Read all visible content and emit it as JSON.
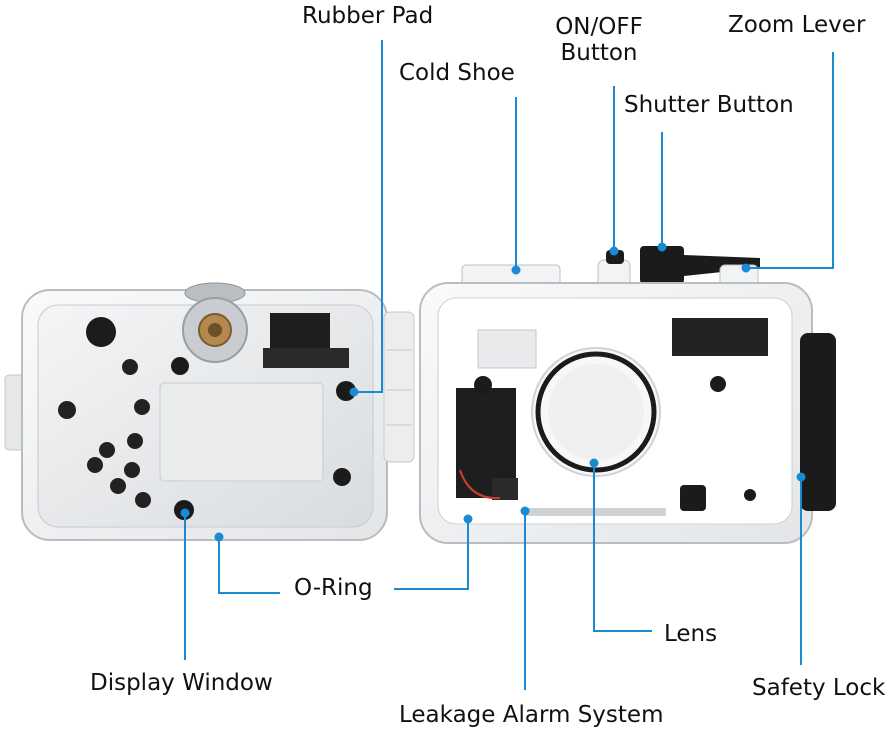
{
  "accent_color": "#1a8ad4",
  "labels": {
    "rubber_pad": "Rubber Pad",
    "cold_shoe": "Cold  Shoe",
    "on_off_line1": "ON/OFF",
    "on_off_line2": "Button",
    "zoom_lever": "Zoom Lever",
    "shutter_button": "Shutter Button",
    "o_ring": "O-Ring",
    "lens": "Lens",
    "display_window": "Display Window",
    "safety_lock": "Safety Lock",
    "leakage_alarm": "Leakage Alarm System"
  }
}
